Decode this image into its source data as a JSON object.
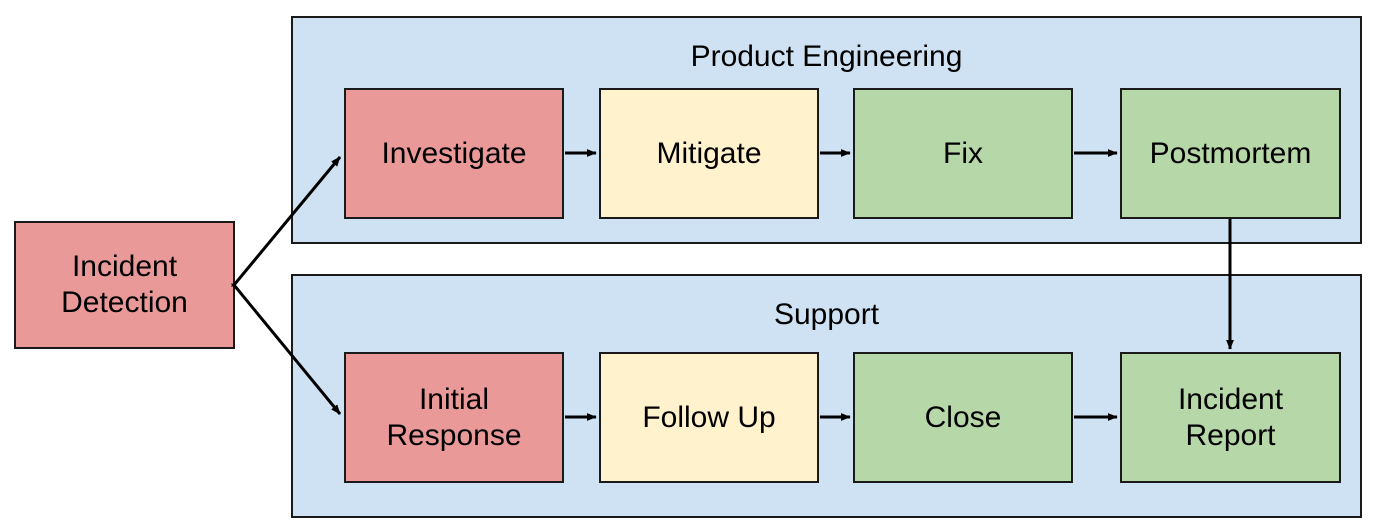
{
  "diagram": {
    "title_visible": false,
    "background_color": "#ffffff",
    "line_color": "#1a1a1a",
    "palette": {
      "lane": "#cfe2f3",
      "red": "#ea9999",
      "yellow": "#fff2cc",
      "green": "#b6d7a8",
      "border": "#1a1a1a",
      "text": "#000000"
    }
  },
  "start_node": {
    "label": "Incident\nDetection",
    "color": "red"
  },
  "lanes": [
    {
      "title": "Product Engineering",
      "nodes": [
        {
          "label": "Investigate",
          "color": "red"
        },
        {
          "label": "Mitigate",
          "color": "yellow"
        },
        {
          "label": "Fix",
          "color": "green"
        },
        {
          "label": "Postmortem",
          "color": "green"
        }
      ]
    },
    {
      "title": "Support",
      "nodes": [
        {
          "label": "Initial\nResponse",
          "color": "red"
        },
        {
          "label": "Follow Up",
          "color": "yellow"
        },
        {
          "label": "Close",
          "color": "green"
        },
        {
          "label": "Incident\nReport",
          "color": "green"
        }
      ]
    }
  ],
  "edges": [
    {
      "from": "Incident Detection",
      "to": "Investigate",
      "kind": "branch-up"
    },
    {
      "from": "Incident Detection",
      "to": "Initial Response",
      "kind": "branch-down"
    },
    {
      "from": "Investigate",
      "to": "Mitigate",
      "kind": "horizontal"
    },
    {
      "from": "Mitigate",
      "to": "Fix",
      "kind": "horizontal"
    },
    {
      "from": "Fix",
      "to": "Postmortem",
      "kind": "horizontal"
    },
    {
      "from": "Initial Response",
      "to": "Follow Up",
      "kind": "horizontal"
    },
    {
      "from": "Follow Up",
      "to": "Close",
      "kind": "horizontal"
    },
    {
      "from": "Close",
      "to": "Incident Report",
      "kind": "horizontal"
    },
    {
      "from": "Postmortem",
      "to": "Incident Report",
      "kind": "vertical-cross-lane"
    }
  ]
}
